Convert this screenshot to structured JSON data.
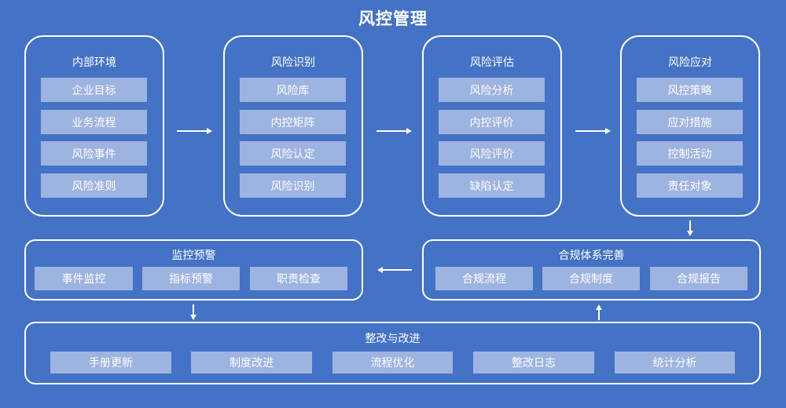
{
  "title": "风控管理",
  "stages": [
    {
      "title": "内部环境",
      "items": [
        "企业目标",
        "业务流程",
        "风险事件",
        "风险准则"
      ]
    },
    {
      "title": "风险识别",
      "items": [
        "风险库",
        "内控矩阵",
        "风险认定",
        "风险识别"
      ]
    },
    {
      "title": "风险评估",
      "items": [
        "风险分析",
        "内控评价",
        "风险评价",
        "缺陷认定"
      ]
    },
    {
      "title": "风险应对",
      "items": [
        "风控策略",
        "应对措施",
        "控制活动",
        "责任对象"
      ]
    }
  ],
  "monitor": {
    "title": "监控预警",
    "items": [
      "事件监控",
      "指标预警",
      "职责检查"
    ]
  },
  "compliance": {
    "title": "合规体系完善",
    "items": [
      "合规流程",
      "合规制度",
      "合规报告"
    ]
  },
  "rectify": {
    "title": "整改与改进",
    "items": [
      "手册更新",
      "制度改进",
      "流程优化",
      "整改日志",
      "统计分析"
    ]
  },
  "colors": {
    "background": "#4472c4",
    "item_fill": "#9db3e0",
    "stroke": "#ffffff"
  }
}
